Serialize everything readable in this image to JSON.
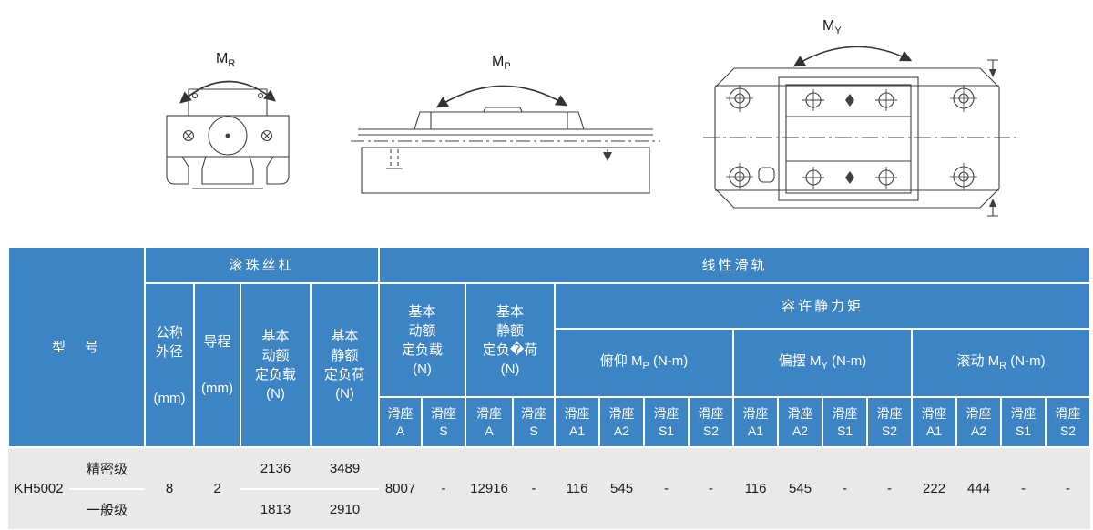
{
  "diagrams": {
    "roll": {
      "prefix": "M",
      "sub": "R"
    },
    "pitch": {
      "prefix": "M",
      "sub": "P"
    },
    "yaw": {
      "prefix": "M",
      "sub": "Y"
    }
  },
  "table": {
    "colors": {
      "header_bg": "#3D84C4",
      "row_bg": "#E9E9E9",
      "header_text": "#FFFFFF"
    },
    "header": {
      "model": "型　号",
      "ball_screw": "滚珠丝杠",
      "linear_guide": "线性滑轨",
      "nominal_diameter": {
        "label": "公称\n外径",
        "unit": "(mm)"
      },
      "lead": {
        "label": "导程",
        "unit": "(mm)"
      },
      "bs_dynamic": "基本\n动额\n定负载\n(N)",
      "bs_static": "基本\n静额\n定负荷\n(N)",
      "lg_dynamic": "基本\n动额\n定负载\n(N)",
      "lg_static": "基本\n静额\n定负�荷\n(N)",
      "allow_static_moment": "容许静力矩",
      "pitch_group": {
        "prefix": "俯仰 M",
        "sub": "P",
        "suffix": " (N-m)"
      },
      "yaw_group": {
        "prefix": "偏摆 M",
        "sub": "Y",
        "suffix": " (N-m)"
      },
      "roll_group": {
        "prefix": "滚动 M",
        "sub": "R",
        "suffix": " (N-m)"
      },
      "sliders": [
        "滑座\nA",
        "滑座\nS",
        "滑座\nA",
        "滑座\nS",
        "滑座\nA1",
        "滑座\nA2",
        "滑座\nS1",
        "滑座\nS2",
        "滑座\nA1",
        "滑座\nA2",
        "滑座\nS1",
        "滑座\nS2",
        "滑座\nA1",
        "滑座\nA2",
        "滑座\nS1",
        "滑座\nS2"
      ]
    },
    "data": {
      "model": "KH5002",
      "rows": [
        {
          "grade": "精密级",
          "bs_dynamic": "2136",
          "bs_static": "3489"
        },
        {
          "grade": "一般级",
          "bs_dynamic": "1813",
          "bs_static": "2910"
        }
      ],
      "nominal_diameter": "8",
      "lead": "2",
      "lg_values": [
        "8007",
        "-",
        "12916",
        "-"
      ],
      "moment_values": [
        "116",
        "545",
        "-",
        "-",
        "116",
        "545",
        "-",
        "-",
        "222",
        "444",
        "-",
        "-"
      ]
    }
  }
}
